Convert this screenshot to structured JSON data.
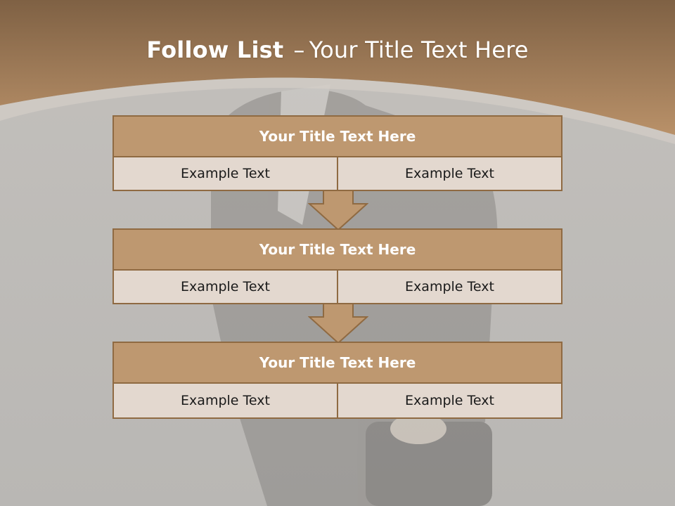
{
  "slide": {
    "title_bold": "Follow List",
    "title_dash": "–",
    "title_rest": "Your Title Text Here",
    "colors": {
      "header_band": "#a27a52",
      "block_header": "#be9870",
      "block_cell": "#e3d8cf",
      "border": "#8f6a42",
      "background": "#bdbbb8"
    }
  },
  "blocks": [
    {
      "title": "Your Title Text Here",
      "cells": [
        "Example Text",
        "Example Text"
      ]
    },
    {
      "title": "Your Title Text Here",
      "cells": [
        "Example Text",
        "Example Text"
      ]
    },
    {
      "title": "Your Title Text Here",
      "cells": [
        "Example Text",
        "Example Text"
      ]
    }
  ],
  "connectors": [
    "down-arrow-icon",
    "down-arrow-icon"
  ]
}
